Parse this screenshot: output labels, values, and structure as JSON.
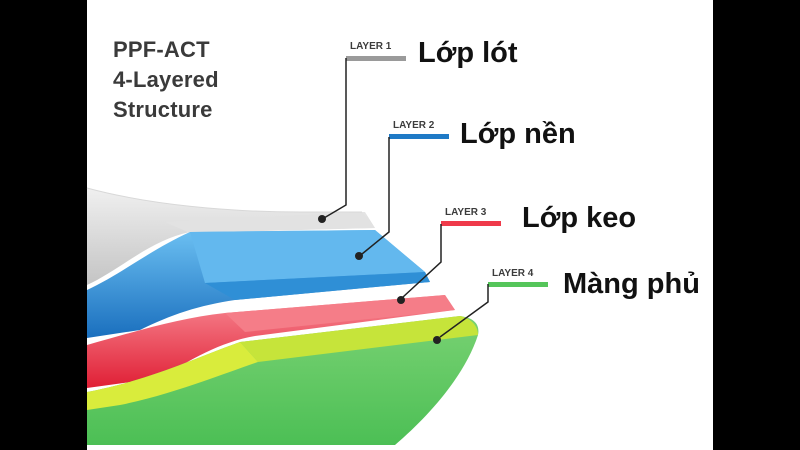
{
  "title": {
    "line1": "PPF-ACT",
    "line2": "4-Layered",
    "line3": "Structure"
  },
  "layers": [
    {
      "tag": "LAYER 1",
      "name": "Lớp lót",
      "color": "#9a9a9a"
    },
    {
      "tag": "LAYER 2",
      "name": "Lớp nền",
      "color": "#1f7ac6"
    },
    {
      "tag": "LAYER 3",
      "name": "Lớp keo",
      "color": "#ef3a4a"
    },
    {
      "tag": "LAYER 4",
      "name": "Màng phủ",
      "color": "#55c55a"
    }
  ],
  "colors": {
    "liner_light": "#e6e6e6",
    "liner_dark": "#bdbdbd",
    "base_light": "#63b8ee",
    "base_dark": "#1e7fcc",
    "adhesive_light": "#f57d88",
    "adhesive_dark": "#e8283d",
    "top_light": "#c6e43a",
    "top_dark": "#56c65e",
    "pointer": "#222222"
  }
}
